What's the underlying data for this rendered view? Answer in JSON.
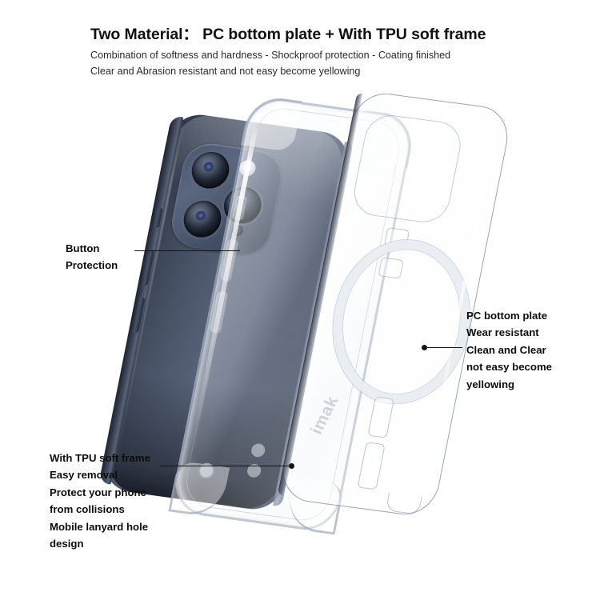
{
  "header": {
    "title": "Two Material：  PC bottom plate + With TPU soft frame",
    "sub_line_1": "Combination of softness and hardness - Shockproof protection - Coating finished",
    "sub_line_2": "Clear and Abrasion resistant and not easy become yellowing"
  },
  "callouts": {
    "button_protection": {
      "lines": [
        "Button",
        "Protection"
      ]
    },
    "pc_bottom_plate": {
      "lines": [
        "PC bottom plate",
        "Wear resistant",
        "Clean and Clear",
        "not easy become",
        "yellowing"
      ]
    },
    "tpu_soft_frame": {
      "lines": [
        "With TPU soft frame",
        "Easy removal",
        "Protect your phone",
        "from collisions",
        "Mobile lanyard hole",
        "design"
      ]
    }
  },
  "product": {
    "brand_watermark": "imak",
    "phone_color": "#4a5468",
    "case_color": "#f2f5f8",
    "line_color": "#141414",
    "magsafe_ring_color": "#e9edf2"
  }
}
